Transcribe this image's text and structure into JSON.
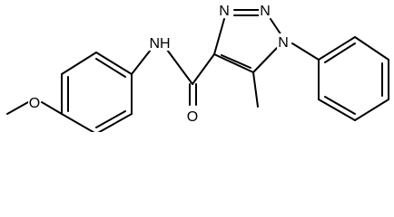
{
  "molecule": {
    "atoms": {
      "n_triazole_top_left": "N",
      "n_triazole_top_right": "N",
      "n_triazole_phenyl": "N",
      "amide_nh": "NH",
      "amide_oxygen": "O",
      "methoxy_oxygen": "O"
    }
  }
}
